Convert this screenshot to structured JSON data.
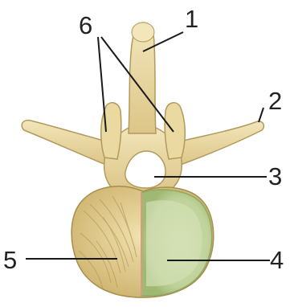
{
  "diagram": {
    "labels": [
      {
        "id": "label-1",
        "text": "1"
      },
      {
        "id": "label-2",
        "text": "2"
      },
      {
        "id": "label-3",
        "text": "3"
      },
      {
        "id": "label-4",
        "text": "4"
      },
      {
        "id": "label-5",
        "text": "5"
      },
      {
        "id": "label-6",
        "text": "6"
      }
    ]
  },
  "colors": {
    "bone": "#e9d8a3",
    "bone_shadow": "#c9b06c",
    "bone_outline": "#a88d4d",
    "cortical_green": "#a8c07a",
    "cancellous_green": "#cddbab",
    "label": "#222222"
  }
}
